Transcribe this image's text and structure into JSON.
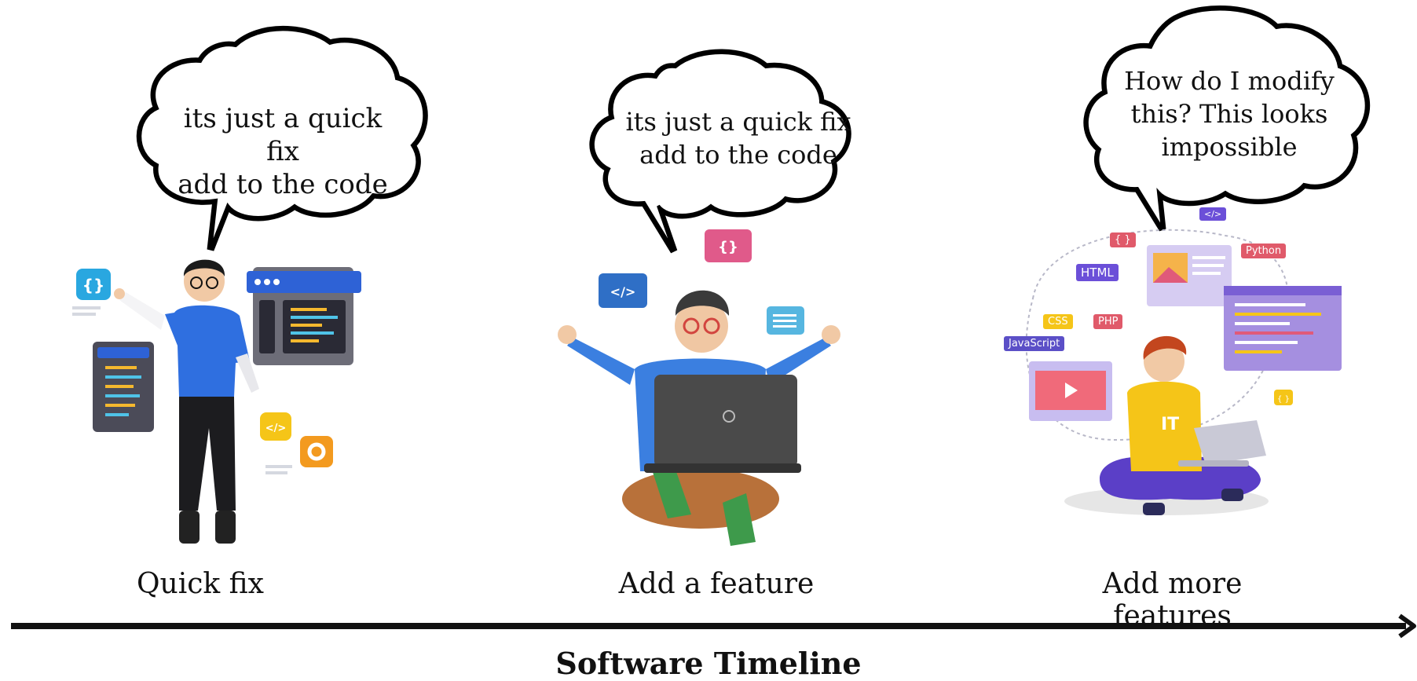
{
  "bubbles": {
    "left": [
      "its just a quick fix",
      "add to the code"
    ],
    "middle": [
      "its just a quick fix",
      "add to the code"
    ],
    "right": [
      "How do I modify",
      "this? This looks",
      "impossible"
    ]
  },
  "captions": [
    "Quick fix",
    "Add a feature",
    "Add more features"
  ],
  "axis_title": "Software Timeline",
  "tags": {
    "html": "HTML",
    "python": "Python",
    "css": "CSS",
    "php": "PHP",
    "javascript": "JavaScript",
    "braces": "{ }",
    "code": "</>",
    "it": "IT"
  },
  "colors": {
    "arrow": "#111111",
    "shirt_blue": "#2f6fe0",
    "shirt_yellow": "#f5c518",
    "purple": "#6b4fd8"
  }
}
